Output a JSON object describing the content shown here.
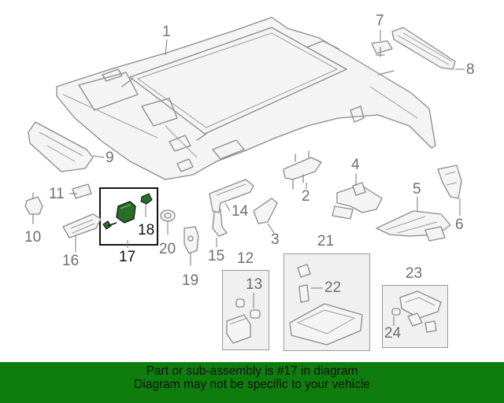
{
  "callouts": {
    "c1": "1",
    "c2": "2",
    "c3": "3",
    "c4": "4",
    "c5": "5",
    "c6": "6",
    "c7": "7",
    "c8": "8",
    "c9": "9",
    "c10": "10",
    "c11": "11",
    "c12": "12",
    "c13": "13",
    "c14": "14",
    "c15": "15",
    "c16": "16",
    "c17": "17",
    "c18": "18",
    "c19": "19",
    "c20": "20",
    "c21": "21",
    "c22": "22",
    "c23": "23",
    "c24": "24"
  },
  "highlighted_part": "17",
  "banner": {
    "line1": "Part or sub-assembly is #17 in diagram",
    "line2": "Diagram may not be specific to your vehicle",
    "color": "#0e7d0e"
  }
}
